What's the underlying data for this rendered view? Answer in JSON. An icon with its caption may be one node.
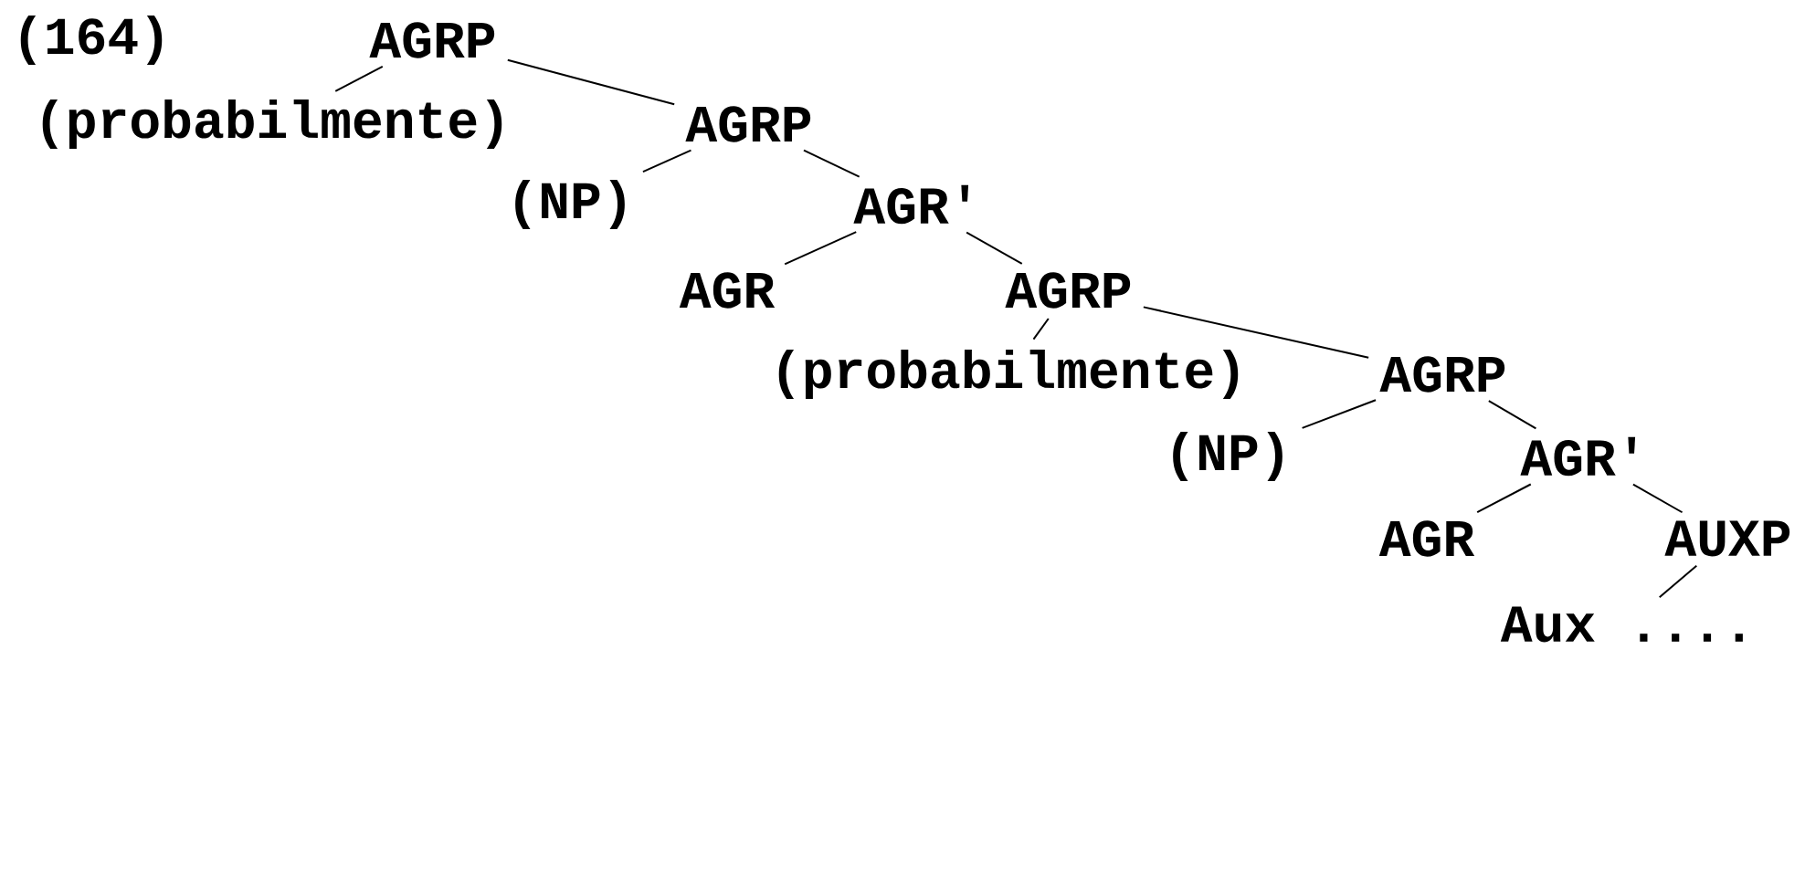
{
  "diagram": {
    "nodes": [
      {
        "text": [
          "AGRP"
        ]
      },
      {
        "text": [
          "(probabilmente)"
        ]
      },
      {
        "text": [
          "AGRP"
        ]
      },
      {
        "text": [
          "(NP)"
        ]
      },
      {
        "text": [
          "AGR'"
        ]
      },
      {
        "text": [
          "AGR"
        ]
      },
      {
        "text": [
          "AGRP"
        ]
      },
      {
        "text": [
          "(probabilmente)"
        ]
      },
      {
        "text": [
          "AGRP"
        ]
      },
      {
        "text": [
          "(NP)"
        ]
      },
      {
        "text": [
          "AGR'"
        ]
      },
      {
        "text": [
          "AGR"
        ]
      },
      {
        "text": [
          "AUXP"
        ]
      },
      {
        "text": [
          "Aux ...."
        ]
      }
    ],
    "edges": [
      {
        "from": 0,
        "to": 1,
        "arrow": "none"
      },
      {
        "from": 0,
        "to": 2,
        "arrow": "none"
      },
      {
        "from": 2,
        "to": 3,
        "arrow": "none"
      },
      {
        "from": 2,
        "to": 4,
        "arrow": "none"
      },
      {
        "from": 4,
        "to": 5,
        "arrow": "none"
      },
      {
        "from": 4,
        "to": 6,
        "arrow": "none"
      },
      {
        "from": 6,
        "to": 7,
        "arrow": "none"
      },
      {
        "from": 6,
        "to": 8,
        "arrow": "none"
      },
      {
        "from": 8,
        "to": 9,
        "arrow": "none"
      },
      {
        "from": 8,
        "to": 10,
        "arrow": "none"
      },
      {
        "from": 10,
        "to": 11,
        "arrow": "none"
      },
      {
        "from": 10,
        "to": 12,
        "arrow": "none"
      },
      {
        "from": 12,
        "to": 13,
        "arrow": "none"
      }
    ],
    "labels": [
      "(164)"
    ]
  }
}
